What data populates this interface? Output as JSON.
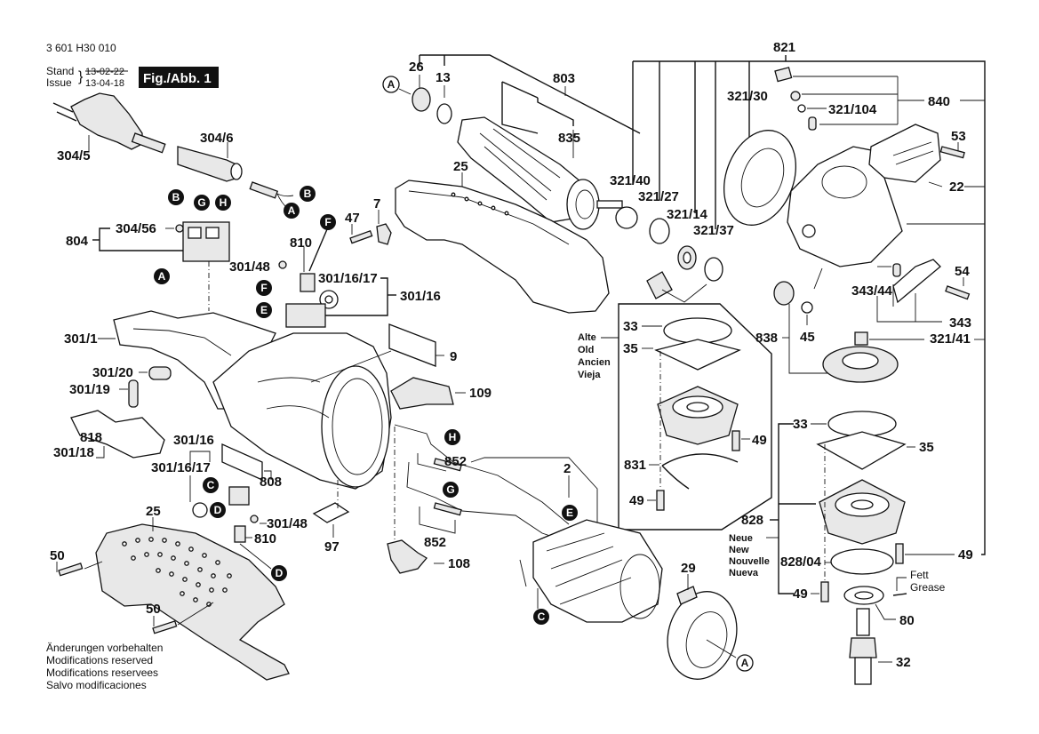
{
  "header": {
    "doc_number": "3 601 H30 010",
    "stand_label": "Stand",
    "issue_label": "Issue",
    "stand_date_struck": "13-02-22",
    "issue_date": "13-04-18",
    "figure_label": "Fig./Abb. 1"
  },
  "notes": {
    "modifications": [
      "Änderungen vorbehalten",
      "Modifications reserved",
      "Modifications reservees",
      "Salvo modificaciones"
    ],
    "old_group": [
      "Alte",
      "Old",
      "Ancien",
      "Vieja"
    ],
    "new_group": [
      "Neue",
      "New",
      "Nouvelle",
      "Nueva"
    ],
    "grease": [
      "Fett",
      "Grease"
    ]
  },
  "connector_badges": {
    "A": "A",
    "B": "B",
    "C": "C",
    "D": "D",
    "E": "E",
    "F": "F",
    "G": "G",
    "H": "H"
  },
  "part_labels": {
    "p304_5": "304/5",
    "p304_6": "304/6",
    "p304_56": "304/56",
    "p804": "804",
    "p301_48a": "301/48",
    "p810a": "810",
    "p301_16_17a": "301/16/17",
    "p301_16a": "301/16",
    "p301_1": "301/1",
    "p301_20": "301/20",
    "p301_19": "301/19",
    "p818": "818",
    "p301_18": "301/18",
    "p301_16b": "301/16",
    "p301_16_17b": "301/16/17",
    "p808": "808",
    "p301_48b": "301/48",
    "p810b": "810",
    "p97": "97",
    "p9": "9",
    "p109": "109",
    "p25a": "25",
    "p25b": "25",
    "p50a": "50",
    "p50b": "50",
    "p47": "47",
    "p7": "7",
    "p26": "26",
    "p13": "13",
    "p803": "803",
    "p835": "835",
    "p852a": "852",
    "p852b": "852",
    "p2": "2",
    "p108": "108",
    "p29": "29",
    "p821": "821",
    "p321_30": "321/30",
    "p321_104": "321/104",
    "p840": "840",
    "p53": "53",
    "p22": "22",
    "p321_40": "321/40",
    "p321_27": "321/27",
    "p321_14": "321/14",
    "p321_37": "321/37",
    "p54": "54",
    "p343_44": "343/44",
    "p343": "343",
    "p838": "838",
    "p45": "45",
    "p321_41": "321/41",
    "p33a": "33",
    "p35a": "35",
    "p49a": "49",
    "p831": "831",
    "p49b": "49",
    "p33b": "33",
    "p35b": "35",
    "p828": "828",
    "p828_04": "828/04",
    "p49c": "49",
    "p49d": "49",
    "p80": "80",
    "p32": "32"
  }
}
